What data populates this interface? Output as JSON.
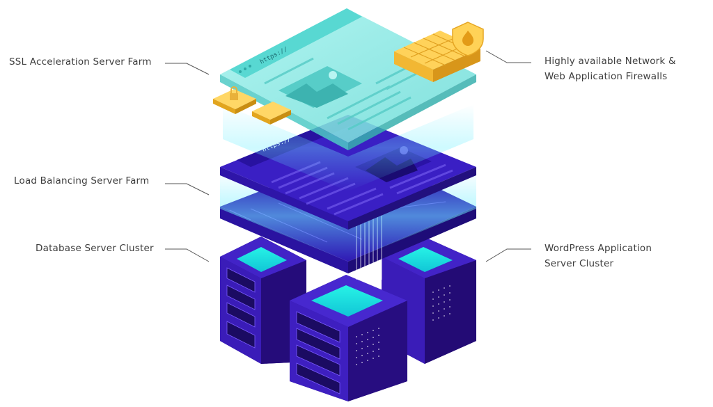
{
  "callouts": {
    "ssl": "SSL Acceleration Server Farm",
    "firewalls_line1": "Highly available Network &",
    "firewalls_line2": "Web Application Firewalls",
    "load_balancing": "Load Balancing Server Farm",
    "database": "Database Server Cluster",
    "wordpress_line1": "WordPress Application",
    "wordpress_line2": "Server Cluster"
  },
  "layers": {
    "ssl_url": "https://",
    "lb_url": "https://"
  },
  "colors": {
    "ssl_layer": "#7fe6e0",
    "lb_layer": "#3a1fc4",
    "server_body": "#3b18b0",
    "server_top_glow": "#20e6dc",
    "firewall": "#f7c23a",
    "leader_line": "#555555"
  },
  "icons": [
    "lock-icon",
    "flame-shield-icon",
    "image-icon",
    "firewall-brick-icon"
  ]
}
